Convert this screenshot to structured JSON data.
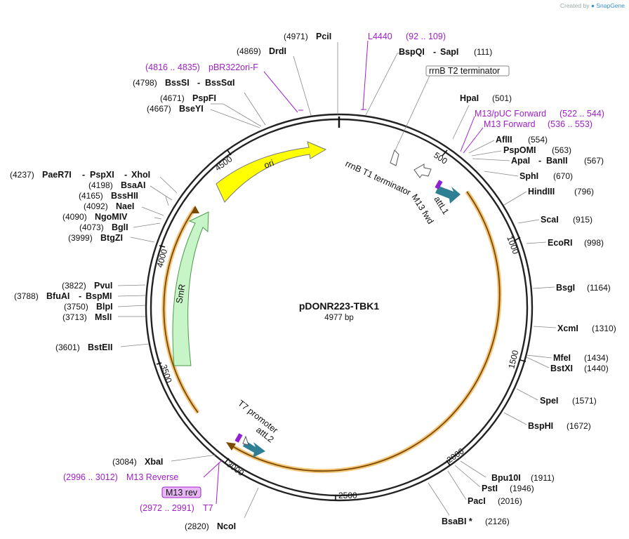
{
  "credit": {
    "prefix": "Created by",
    "brand": "SnapGene"
  },
  "plasmid": {
    "name": "pDONR223-TBK1",
    "length_label": "4977 bp",
    "length": 4977
  },
  "ticks": [
    "500",
    "1000",
    "1500",
    "2000",
    "2500",
    "3000",
    "3500",
    "4000",
    "4500"
  ],
  "colors": {
    "ori": "#ffff00",
    "smr": "#c8f5c8",
    "att": "#2f7f94",
    "orange_track": "#f0a020",
    "primer": "#a020c8",
    "ring": "#222222"
  },
  "features": {
    "ori": "ori",
    "smr": "SmR",
    "attl1": "attL1",
    "attl2": "attL2",
    "rrnb_t1": "rrnB T1 terminator",
    "rrnb_t2": "rrnB T2 terminator",
    "m13fwd": "M13 fwd",
    "t7promoter": "T7 promoter",
    "m13rev_box": "M13 rev"
  },
  "enzymes": {
    "pcii": {
      "name": "PciI",
      "pos": "(4971)"
    },
    "drdi": {
      "name": "DrdI",
      "pos": "(4869)"
    },
    "bsssi": {
      "name": "BssSI",
      "name2": "BssSαI",
      "pos": "(4798)"
    },
    "pspfi": {
      "name": "PspFI",
      "pos": "(4671)"
    },
    "bseyi": {
      "name": "BseYI",
      "pos": "(4667)"
    },
    "paer7i": {
      "name": "PaeR7I",
      "name2": "PspXI",
      "name3": "XhoI",
      "pos": "(4237)"
    },
    "bsaai": {
      "name": "BsaAI",
      "pos": "(4198)"
    },
    "bsshii": {
      "name": "BssHII",
      "pos": "(4165)"
    },
    "naei": {
      "name": "NaeI",
      "pos": "(4092)"
    },
    "ngomiv": {
      "name": "NgoMIV",
      "pos": "(4090)"
    },
    "bgli": {
      "name": "BglI",
      "pos": "(4073)"
    },
    "btgzi": {
      "name": "BtgZI",
      "pos": "(3999)"
    },
    "pvui": {
      "name": "PvuI",
      "pos": "(3822)"
    },
    "bfuai": {
      "name": "BfuAI",
      "name2": "BspMI",
      "pos": "(3788)"
    },
    "blpi": {
      "name": "BlpI",
      "pos": "(3750)"
    },
    "msli": {
      "name": "MslI",
      "pos": "(3713)"
    },
    "bsteii": {
      "name": "BstEII",
      "pos": "(3601)"
    },
    "xbai": {
      "name": "XbaI",
      "pos": "(3084)"
    },
    "ncoi": {
      "name": "NcoI",
      "pos": "(2820)"
    },
    "bspqi": {
      "name": "BspQI",
      "name2": "SapI",
      "pos": "(111)"
    },
    "hpai": {
      "name": "HpaI",
      "pos": "(501)"
    },
    "aflii": {
      "name": "AflII",
      "pos": "(554)"
    },
    "pspomi": {
      "name": "PspOMI",
      "pos": "(563)"
    },
    "apai": {
      "name": "ApaI",
      "name2": "BanII",
      "pos": "(567)"
    },
    "sphi": {
      "name": "SphI",
      "pos": "(670)"
    },
    "hindiii": {
      "name": "HindIII",
      "pos": "(796)"
    },
    "scai": {
      "name": "ScaI",
      "pos": "(915)"
    },
    "ecori": {
      "name": "EcoRI",
      "pos": "(998)"
    },
    "bsgi": {
      "name": "BsgI",
      "pos": "(1164)"
    },
    "xcmi": {
      "name": "XcmI",
      "pos": "(1310)"
    },
    "mfei": {
      "name": "MfeI",
      "pos": "(1434)"
    },
    "bstxi": {
      "name": "BstXI",
      "pos": "(1440)"
    },
    "spei": {
      "name": "SpeI",
      "pos": "(1571)"
    },
    "bsphi": {
      "name": "BspHI",
      "pos": "(1672)"
    },
    "bpu10i": {
      "name": "Bpu10I",
      "pos": "(1911)"
    },
    "psti": {
      "name": "PstI",
      "pos": "(1946)"
    },
    "paci": {
      "name": "PacI",
      "pos": "(2016)"
    },
    "bsabi": {
      "name": "BsaBI *",
      "pos": "(2126)"
    }
  },
  "primers": {
    "pbr322": {
      "range": "(4816 .. 4835)",
      "name": "pBR322ori-F"
    },
    "l4440": {
      "name": "L4440",
      "range": "(92 .. 109)"
    },
    "m13puc": {
      "name": "M13/pUC Forward",
      "range": "(522 .. 544)"
    },
    "m13fwd": {
      "name": "M13 Forward",
      "range": "(536 .. 553)"
    },
    "m13rev": {
      "range": "(2996 .. 3012)",
      "name": "M13 Reverse"
    },
    "t7": {
      "range": "(2972 .. 2991)",
      "name": "T7"
    }
  }
}
